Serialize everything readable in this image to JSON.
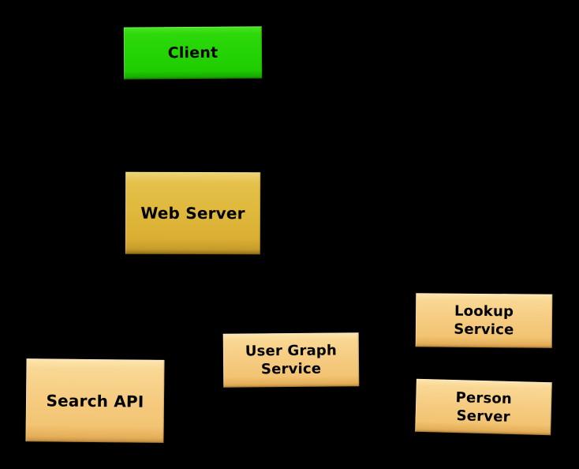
{
  "canvas": {
    "background": "#000000"
  },
  "diagram": {
    "nodes": [
      {
        "id": "client",
        "lines": [
          "Client"
        ],
        "fill": "#24d404",
        "text_color": "#000000"
      },
      {
        "id": "web-server",
        "lines": [
          "Web Server"
        ],
        "fill": "#dfb83c",
        "text_color": "#000000"
      },
      {
        "id": "search-api",
        "lines": [
          "Search API"
        ],
        "fill": "#f6cc82",
        "text_color": "#000000"
      },
      {
        "id": "user-graph-service",
        "lines": [
          "User Graph",
          "Service"
        ],
        "fill": "#f6cc82",
        "text_color": "#000000"
      },
      {
        "id": "lookup-service",
        "lines": [
          "Lookup",
          "Service"
        ],
        "fill": "#f6cc82",
        "text_color": "#000000"
      },
      {
        "id": "person-server",
        "lines": [
          "Person",
          "Server"
        ],
        "fill": "#f6cc82",
        "text_color": "#000000"
      }
    ]
  }
}
